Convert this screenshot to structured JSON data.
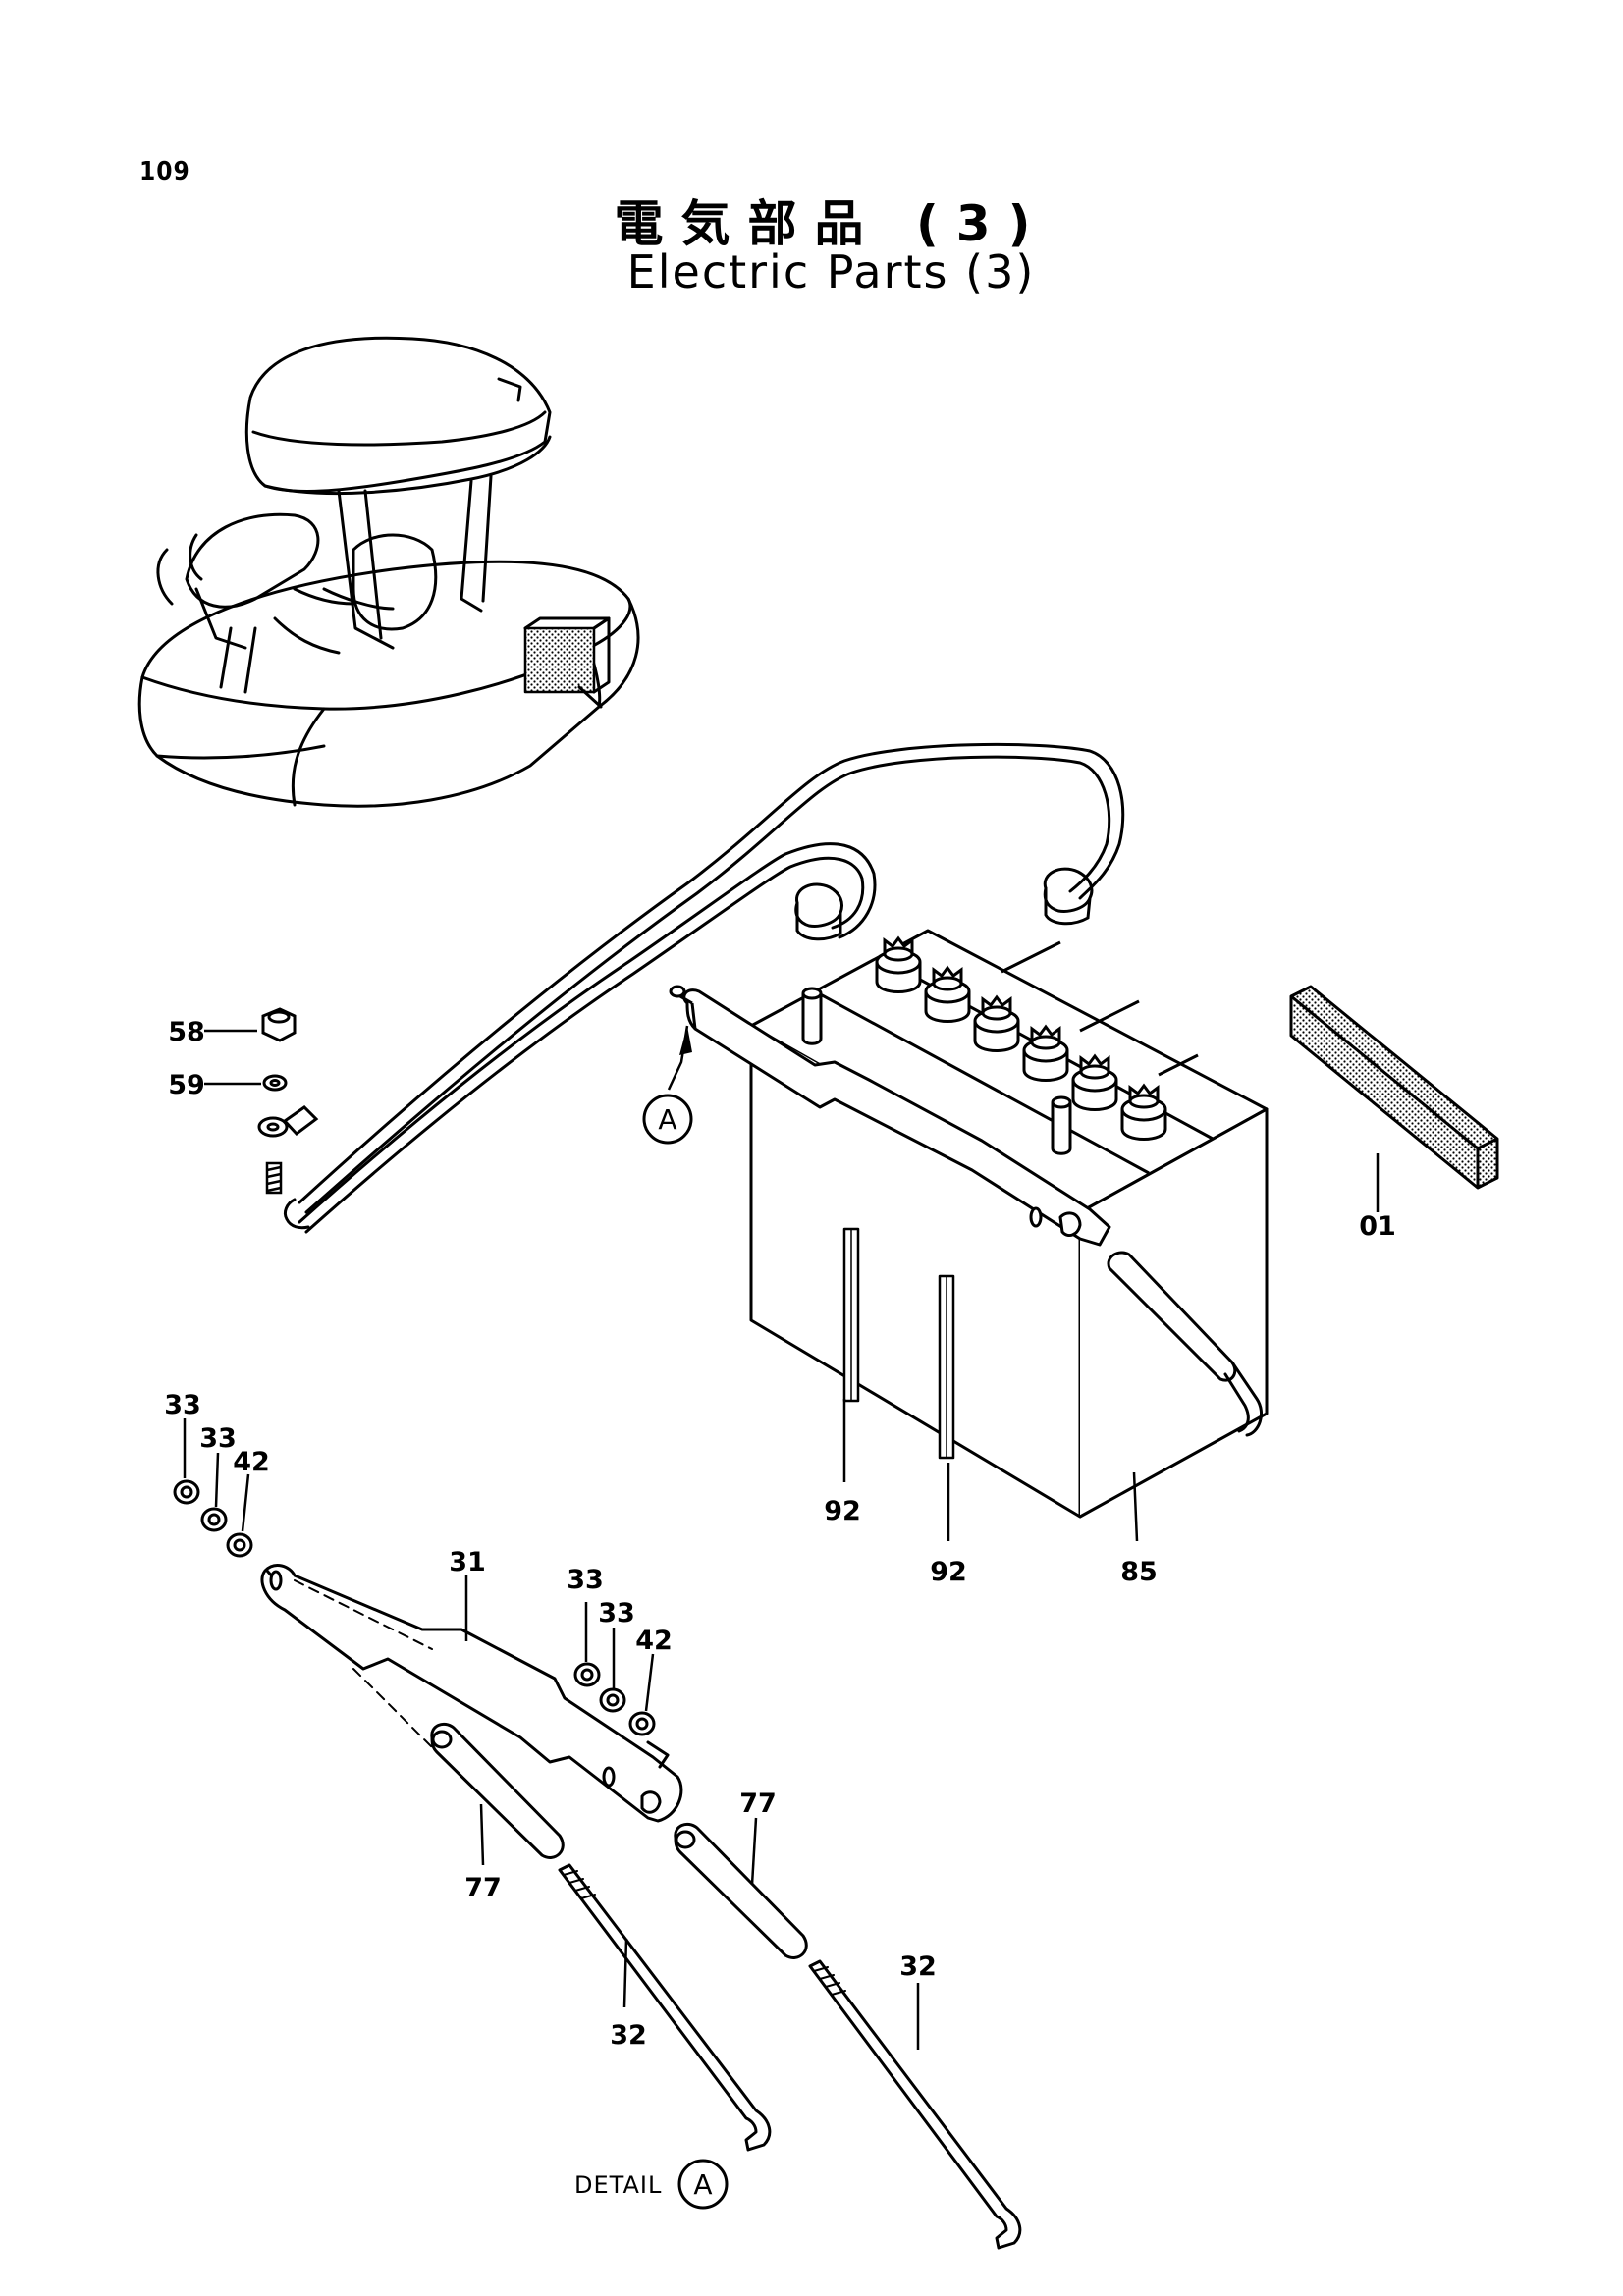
{
  "page_number": "109",
  "title_jp": "電気部品 (3)",
  "title_en": "Electric Parts (3)",
  "callouts": {
    "p01": "01",
    "p58": "58",
    "p59": "59",
    "p92a": "92",
    "p92b": "92",
    "p85": "85",
    "p33a": "33",
    "p33b": "33",
    "p42a": "42",
    "p31": "31",
    "p33c": "33",
    "p33d": "33",
    "p42b": "42",
    "p77a": "77",
    "p77b": "77",
    "p32a": "32",
    "p32b": "32"
  },
  "detail_marker": "A",
  "detail_ref": "A",
  "detail_label": "DETAIL"
}
